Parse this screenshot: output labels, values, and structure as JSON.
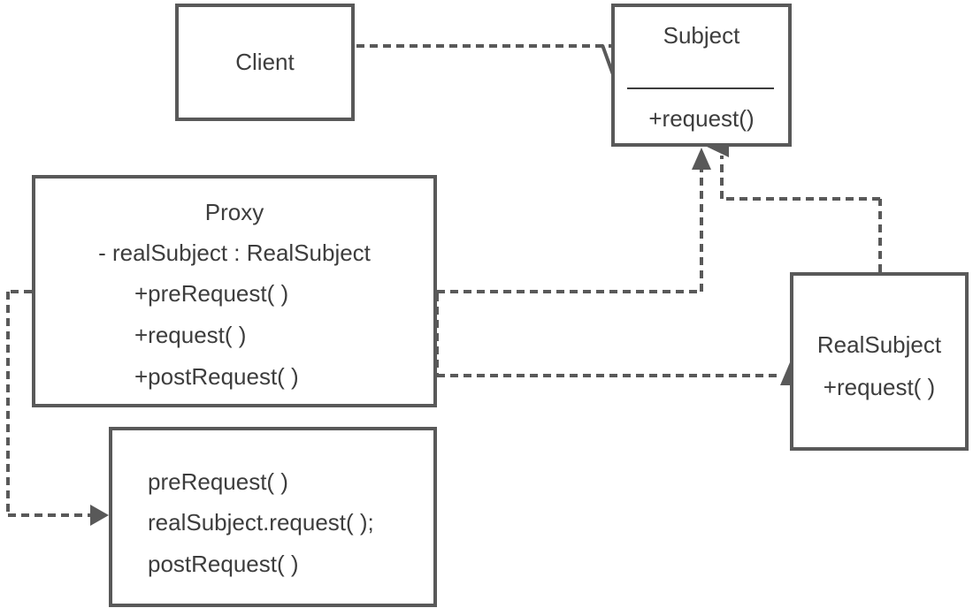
{
  "diagram": {
    "kind": "uml-class-diagram",
    "pattern": "Proxy design pattern",
    "colors": {
      "background": "#ffffff",
      "line": "#595959",
      "text": "#3d3d3d"
    },
    "classes": {
      "client": {
        "name": "Client"
      },
      "subject": {
        "name": "Subject",
        "methods": [
          "+request()"
        ]
      },
      "proxy": {
        "name": "Proxy",
        "attributes": [
          "- realSubject : RealSubject"
        ],
        "methods": [
          "+preRequest( )",
          "+request( )",
          "+postRequest( )"
        ]
      },
      "real_subject": {
        "name": "RealSubject",
        "methods": [
          "+request( )"
        ]
      }
    },
    "note": {
      "lines": [
        "preRequest( )",
        "realSubject.request( );",
        "postRequest( )"
      ]
    },
    "connectors": [
      {
        "from": "Client",
        "to": "Subject",
        "style": "dashed",
        "arrow": "open"
      },
      {
        "from": "Proxy",
        "to": "Subject",
        "style": "dashed",
        "arrow": "filled-triangle"
      },
      {
        "from": "RealSubject",
        "to": "Subject",
        "style": "dashed",
        "arrow": "filled-triangle"
      },
      {
        "from": "Proxy",
        "to": "RealSubject",
        "style": "dashed",
        "arrow": "filled-triangle"
      },
      {
        "from": "Proxy",
        "to": "note",
        "style": "dashed",
        "arrow": "filled-triangle"
      }
    ]
  }
}
